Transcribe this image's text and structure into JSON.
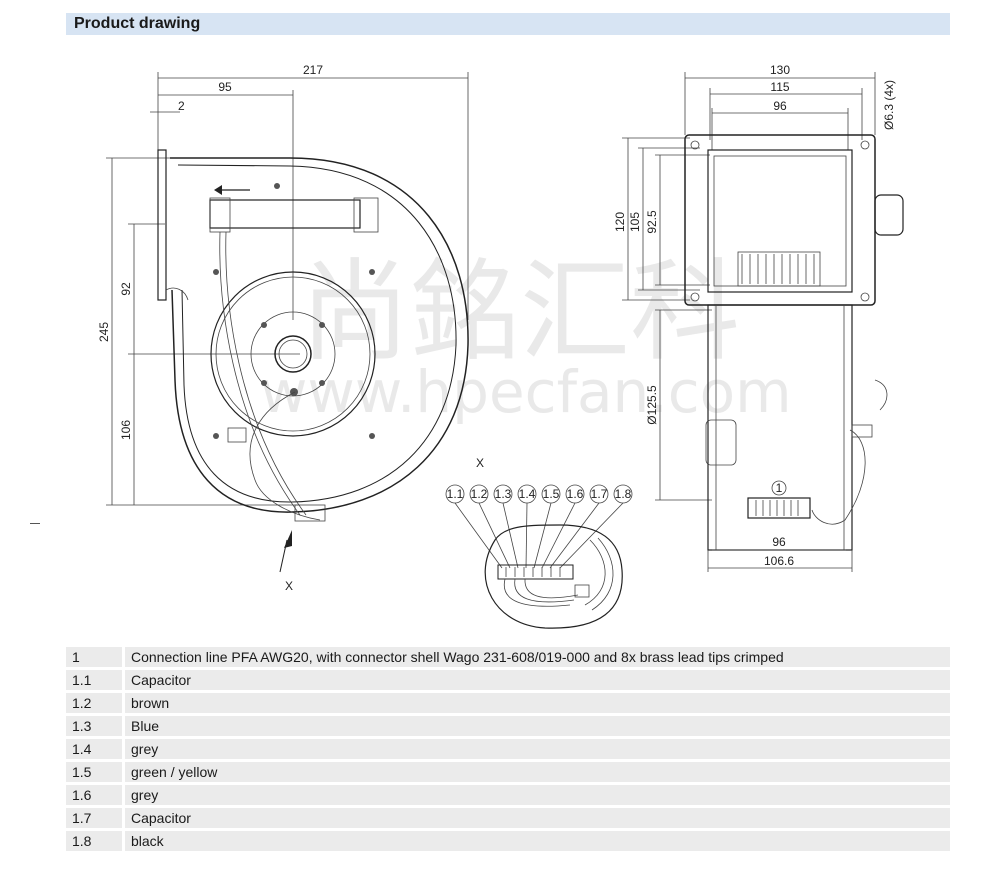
{
  "header": {
    "title": "Product drawing"
  },
  "dimensions": {
    "front": {
      "overall_width": "217",
      "offset_width": "95",
      "flange": "2",
      "overall_height": "245",
      "upper_height": "92",
      "lower_height": "106"
    },
    "side": {
      "overall_width": "130",
      "inner_width": "115",
      "flange_width": "96",
      "hole": "Ø6.3 (4x)",
      "height_120": "120",
      "height_105": "105",
      "height_925": "92.5",
      "bore": "Ø125.5",
      "bottom_inner": "96",
      "bottom_outer": "106.6",
      "connector_marker": "1"
    },
    "detail": {
      "title": "X",
      "view_arrow": "X",
      "pins": [
        "1.1",
        "1.2",
        "1.3",
        "1.4",
        "1.5",
        "1.6",
        "1.7",
        "1.8"
      ]
    }
  },
  "watermark": {
    "chinese": "尚銘汇科",
    "url": "www.hpecfan.com"
  },
  "legend": [
    {
      "num": "1",
      "desc": "Connection line PFA AWG20, with connector shell Wago 231-608/019-000 and 8x brass lead tips crimped"
    },
    {
      "num": "1.1",
      "desc": "Capacitor"
    },
    {
      "num": "1.2",
      "desc": "brown"
    },
    {
      "num": "1.3",
      "desc": "Blue"
    },
    {
      "num": "1.4",
      "desc": "grey"
    },
    {
      "num": "1.5",
      "desc": "green / yellow"
    },
    {
      "num": "1.6",
      "desc": "grey"
    },
    {
      "num": "1.7",
      "desc": "Capacitor"
    },
    {
      "num": "1.8",
      "desc": "black"
    }
  ]
}
